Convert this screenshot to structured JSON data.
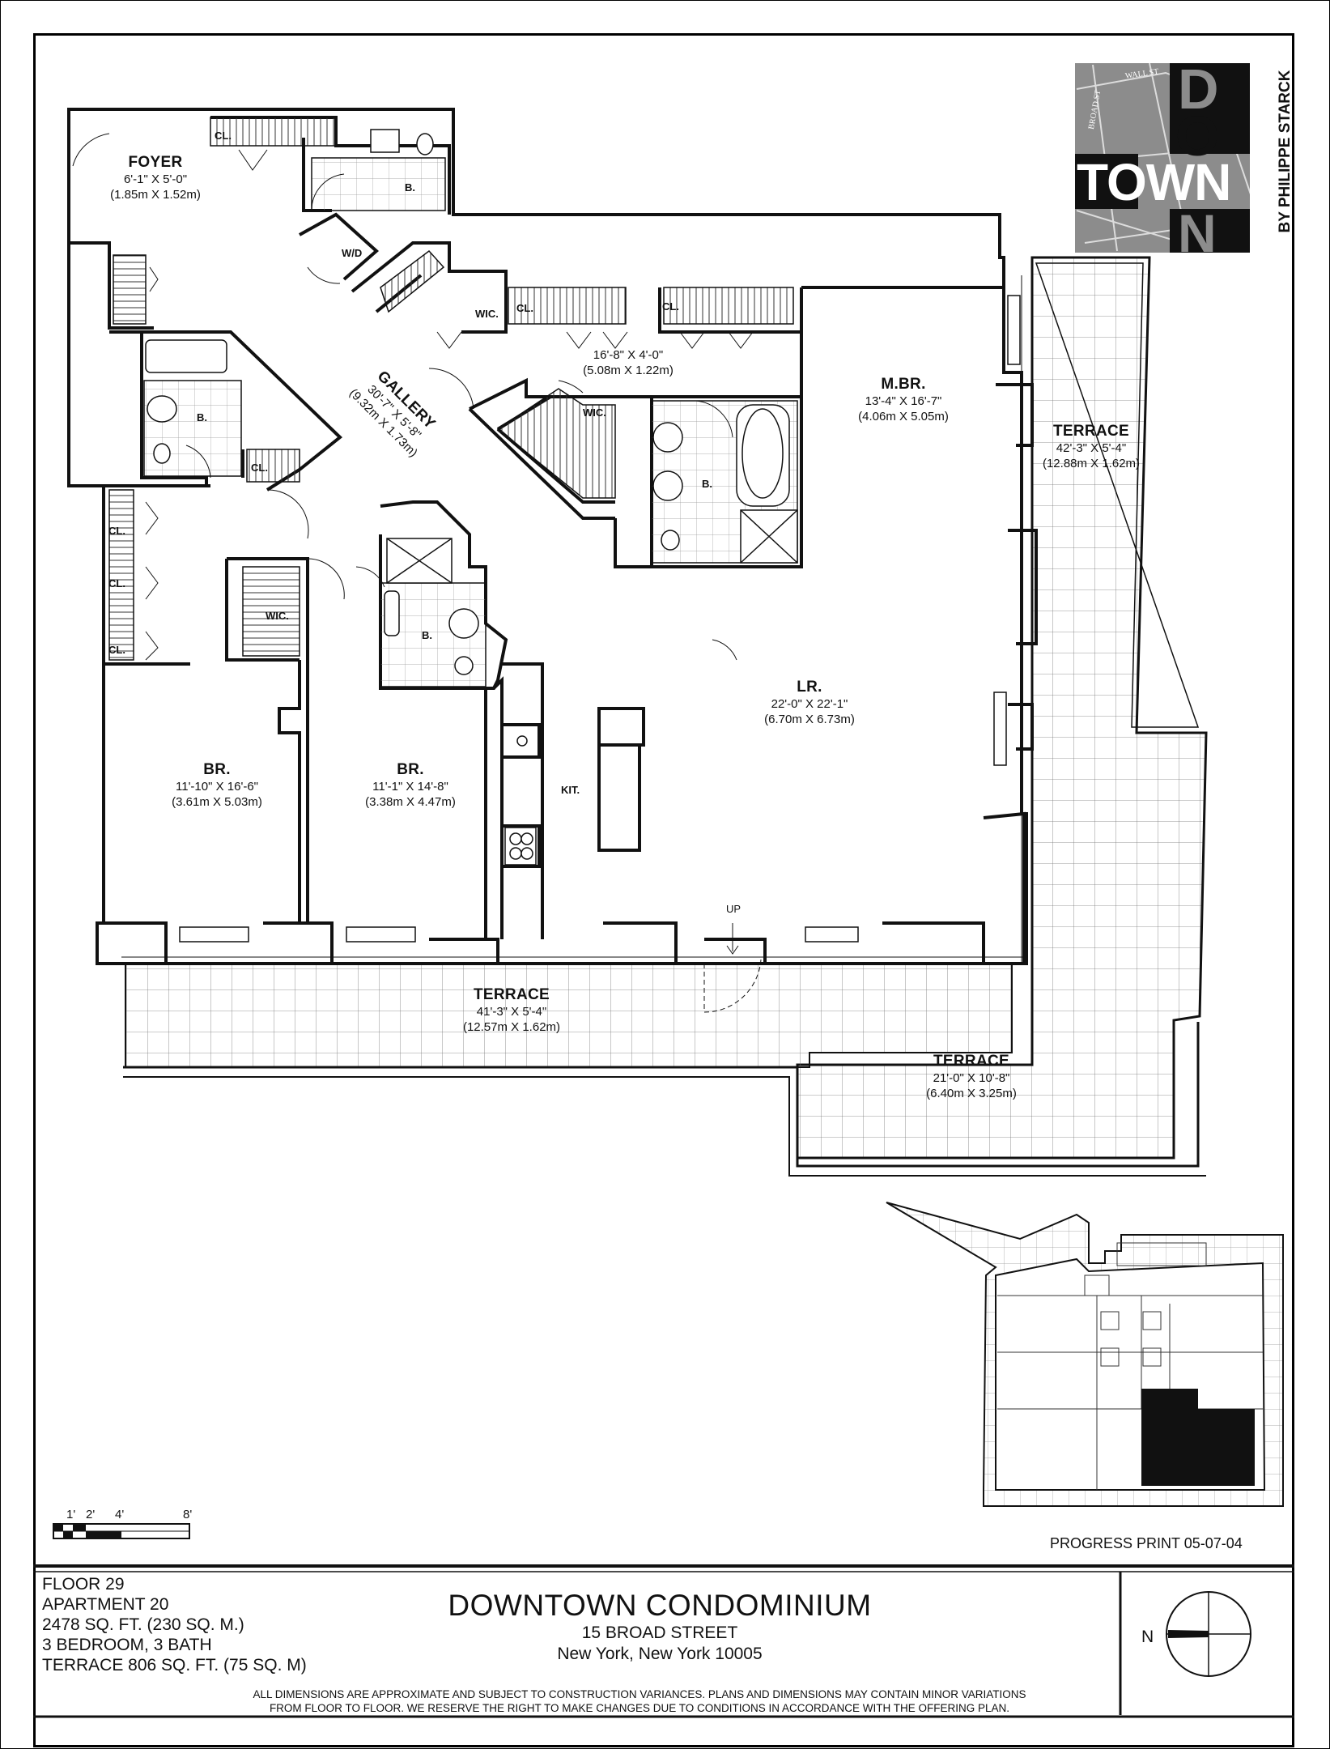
{
  "plan": {
    "rooms": [
      {
        "id": "foyer",
        "name": "FOYER",
        "dim_imperial": "6'-1\" X 5'-0\"",
        "dim_metric": "(1.85m X 1.52m)"
      },
      {
        "id": "gallery",
        "name": "GALLERY",
        "dim_imperial": "30'-7\" X 5'-8\"",
        "dim_metric": "(9.32m X 1.73m)"
      },
      {
        "id": "closet_hall",
        "name": "",
        "dim_imperial": "16'-8\" X 4'-0\"",
        "dim_metric": "(5.08m X 1.22m)"
      },
      {
        "id": "mbr",
        "name": "M.BR.",
        "dim_imperial": "13'-4\" X 16'-7\"",
        "dim_metric": "(4.06m X 5.05m)"
      },
      {
        "id": "terrace_east",
        "name": "TERRACE",
        "dim_imperial": "42'-3\" X 5'-4\"",
        "dim_metric": "(12.88m X 1.62m)"
      },
      {
        "id": "lr",
        "name": "LR.",
        "dim_imperial": "22'-0\" X 22'-1\"",
        "dim_metric": "(6.70m X 6.73m)"
      },
      {
        "id": "br1",
        "name": "BR.",
        "dim_imperial": "11'-10\" X 16'-6\"",
        "dim_metric": "(3.61m X 5.03m)"
      },
      {
        "id": "br2",
        "name": "BR.",
        "dim_imperial": "11'-1\" X 14'-8\"",
        "dim_metric": "(3.38m X 4.47m)"
      },
      {
        "id": "terrace_south",
        "name": "TERRACE",
        "dim_imperial": "41'-3\" X 5'-4\"",
        "dim_metric": "(12.57m X 1.62m)"
      },
      {
        "id": "terrace_se",
        "name": "TERRACE",
        "dim_imperial": "21'-0\" X 10'-8\"",
        "dim_metric": "(6.40m X 3.25m)"
      }
    ],
    "small_labels": {
      "cl_top": "CL.",
      "b_top": "B.",
      "wd": "W/D",
      "wic_top": "WIC.",
      "cl_mid1": "CL.",
      "cl_mid2": "CL.",
      "wic_mbr": "WIC.",
      "b_mbr": "B.",
      "b_left": "B.",
      "cl_left_small": "CL.",
      "cl_l1": "CL.",
      "cl_l2": "CL.",
      "cl_l3": "CL.",
      "wic_br": "WIC.",
      "b_br": "B.",
      "kit": "KIT.",
      "up": "UP"
    },
    "scale_bar": {
      "ticks": [
        "1'",
        "2'",
        "4'",
        "8'"
      ]
    }
  },
  "logo": {
    "street1": "WALL ST",
    "street2": "BROAD ST",
    "letters_top": "D",
    "letters_mid1": "O",
    "letters_mid2": "TOWN",
    "letters_bot": "N",
    "byline": "BY PHILIPPE STARCK"
  },
  "progress": "PROGRESS PRINT 05-07-04",
  "unit_info": [
    "FLOOR 29",
    "APARTMENT 20",
    "2478 SQ. FT. (230 SQ. M.)",
    "3 BEDROOM, 3 BATH",
    "TERRACE 806 SQ. FT. (75 SQ. M)"
  ],
  "title": {
    "name": "DOWNTOWN CONDOMINIUM",
    "street": "15 BROAD STREET",
    "city": "New York, New York 10005"
  },
  "disclaimer": {
    "line1": "ALL DIMENSIONS ARE APPROXIMATE AND SUBJECT TO CONSTRUCTION VARIANCES. PLANS AND DIMENSIONS MAY CONTAIN MINOR VARIATIONS",
    "line2": "FROM FLOOR TO FLOOR. WE RESERVE THE RIGHT TO MAKE CHANGES DUE TO CONDITIONS IN ACCORDANCE WITH THE OFFERING PLAN."
  },
  "compass": {
    "label": "N"
  },
  "colors": {
    "line": "#111111",
    "dark_fill": "#111111",
    "logo_gray": "#8c8c8c"
  }
}
